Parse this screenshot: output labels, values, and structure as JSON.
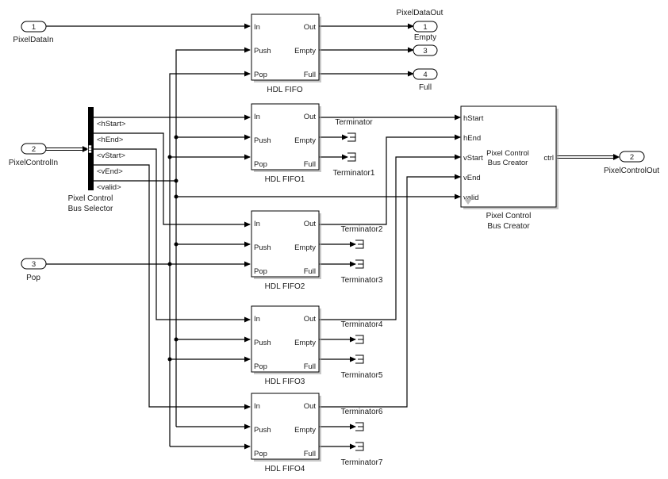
{
  "diagram": {
    "inports": [
      {
        "id": "in1",
        "number": "1",
        "name": "PixelDataIn"
      },
      {
        "id": "in2",
        "number": "2",
        "name": "PixelControlIn"
      },
      {
        "id": "in3",
        "number": "3",
        "name": "Pop"
      }
    ],
    "outports": [
      {
        "id": "out1",
        "number": "1",
        "name": "PixelDataOut",
        "sub_label": "Empty"
      },
      {
        "id": "out3",
        "number": "3",
        "name": ""
      },
      {
        "id": "out4",
        "number": "4",
        "name": "Full"
      },
      {
        "id": "out2",
        "number": "2",
        "name": "PixelControlOut"
      }
    ],
    "fifos": [
      {
        "name": "HDL FIFO",
        "inputs": [
          "In",
          "Push",
          "Pop"
        ],
        "outputs": [
          "Out",
          "Empty",
          "Full"
        ]
      },
      {
        "name": "HDL FIFO1",
        "inputs": [
          "In",
          "Push",
          "Pop"
        ],
        "outputs": [
          "Out",
          "Empty",
          "Full"
        ]
      },
      {
        "name": "HDL FIFO2",
        "inputs": [
          "In",
          "Push",
          "Pop"
        ],
        "outputs": [
          "Out",
          "Empty",
          "Full"
        ]
      },
      {
        "name": "HDL FIFO3",
        "inputs": [
          "In",
          "Push",
          "Pop"
        ],
        "outputs": [
          "Out",
          "Empty",
          "Full"
        ]
      },
      {
        "name": "HDL FIFO4",
        "inputs": [
          "In",
          "Push",
          "Pop"
        ],
        "outputs": [
          "Out",
          "Empty",
          "Full"
        ]
      }
    ],
    "bus_selector": {
      "name_line1": "Pixel Control",
      "name_line2": "Bus Selector",
      "signals": [
        "<hStart>",
        "<hEnd>",
        "<vStart>",
        "<vEnd>",
        "<valid>"
      ]
    },
    "bus_creator": {
      "name_line1": "Pixel Control",
      "name_line2": "Bus Creator",
      "inner_line1": "Pixel Control",
      "inner_line2": "Bus Creator",
      "inputs": [
        "hStart",
        "hEnd",
        "vStart",
        "vEnd",
        "valid"
      ],
      "output": "ctrl"
    },
    "terminators": [
      "Terminator",
      "Terminator1",
      "Terminator2",
      "Terminator3",
      "Terminator4",
      "Terminator5",
      "Terminator6",
      "Terminator7"
    ]
  }
}
